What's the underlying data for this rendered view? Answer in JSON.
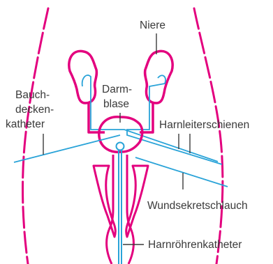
{
  "labels": {
    "kidney": "Niere",
    "bladder_line1": "Darm-",
    "bladder_line2": "blase",
    "abdominal_catheter_line1": "Bauch-",
    "abdominal_catheter_line2": "decken-",
    "abdominal_catheter_line3": "katheter",
    "ureteral_stents": "Harnleiterschienen",
    "wound_drain": "Wundsekretschlauch",
    "urethral_catheter": "Harnröhrenkatheter"
  },
  "colors": {
    "anatomy": "#e3007e",
    "tubes": "#29a3d8",
    "leader_lines": "#3a3a3a",
    "text": "#3a3a3a",
    "background": "#ffffff"
  }
}
